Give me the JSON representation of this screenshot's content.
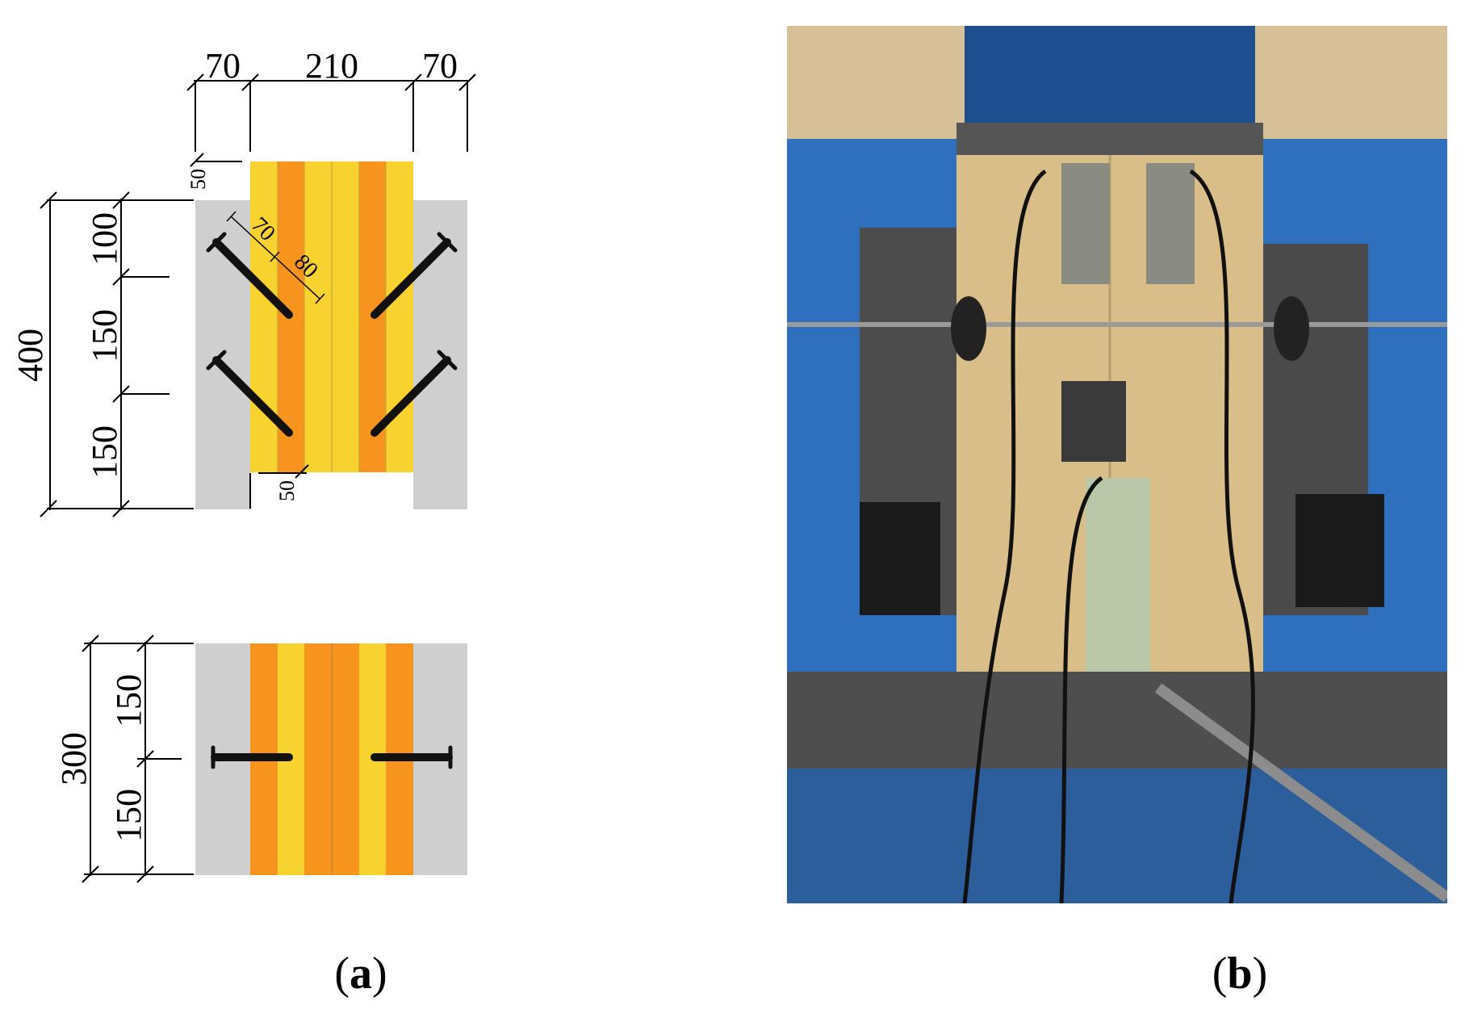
{
  "panel_a": {
    "caption": "a",
    "top_view": {
      "widths": [
        "70",
        "210",
        "70"
      ],
      "total_height": "400",
      "segments": [
        "100",
        "150",
        "150"
      ],
      "offset_top": "50",
      "offset_bottom": "50",
      "screw_dims": [
        "70",
        "80"
      ]
    },
    "side_view": {
      "total_height": "300",
      "segments": [
        "150",
        "150"
      ]
    }
  },
  "panel_b": {
    "caption": "b"
  },
  "colors": {
    "yellow": "#F8D22E",
    "orange": "#F7941D",
    "steel_gray": "#CFCFCF",
    "fastener": "#111111",
    "backdrop_blue": "#2E6FBE",
    "machine_blue": "#1F4E8F",
    "timber": "#D9BE8A"
  }
}
